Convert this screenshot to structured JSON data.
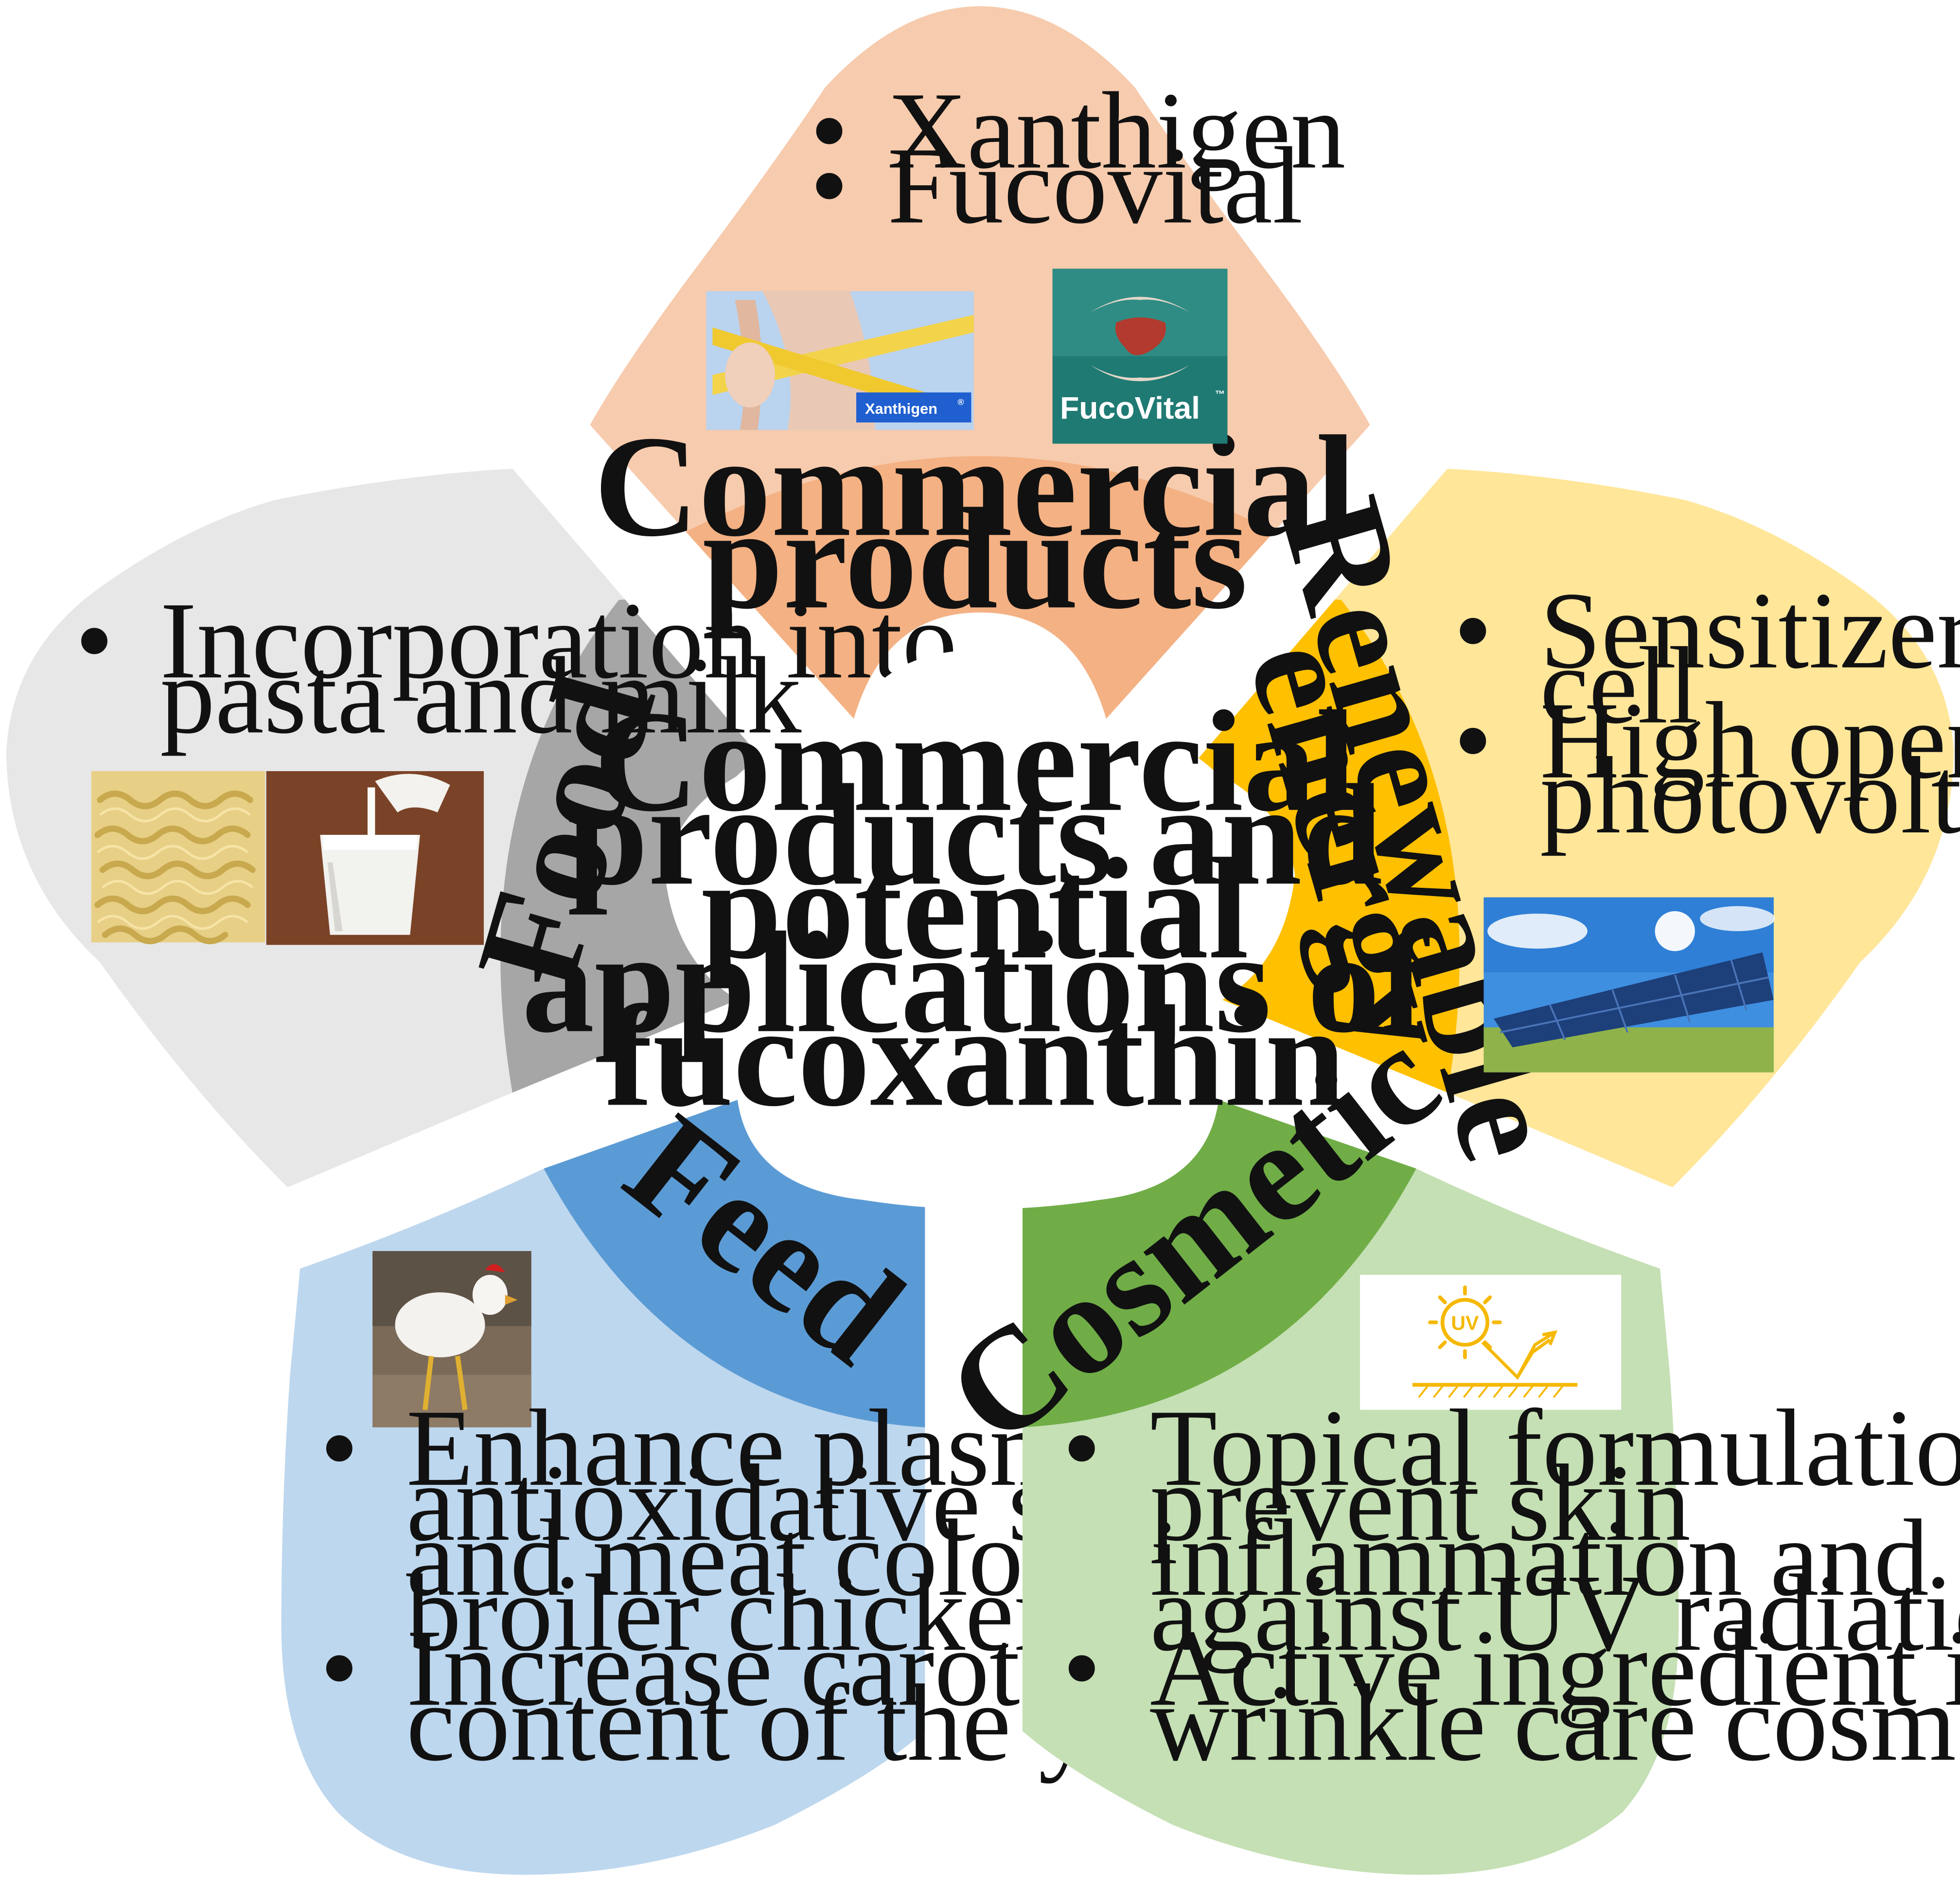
{
  "center": {
    "lines": [
      "Commercial",
      "products and",
      "potential",
      "applications of",
      "fucoxanthin"
    ]
  },
  "petals": {
    "commercial": {
      "label_lines": [
        "Commercial",
        "products"
      ],
      "bullets": [
        "Xanthigen",
        "Fucovital"
      ],
      "images": {
        "xanthigen_logo": "Xanthigen",
        "xanthigen_mark": "®",
        "fucovital_logo": "FucoVital",
        "fucovital_mark": "™"
      },
      "colors": {
        "petal": "#F7CBAD",
        "band": "#F4B183"
      }
    },
    "food": {
      "label": "Food",
      "bullet_lines": [
        "Incorporation into",
        "pasta and milk"
      ],
      "colors": {
        "petal": "#E7E7E7",
        "band": "#A6A6A6"
      }
    },
    "renewable": {
      "label_lines": [
        "Renewable",
        "energy"
      ],
      "bullets": [
        {
          "lines": [
            "Sensitizer in solar",
            "cell"
          ]
        },
        {
          "lines": [
            "High open-circuit",
            "photovoltage"
          ]
        }
      ],
      "colors": {
        "petal": "#FFE699",
        "band": "#FFC000"
      }
    },
    "feed": {
      "label": "Feed",
      "bullets": [
        {
          "lines": [
            "Enhance plasma",
            "antioxidative status",
            "and meat colour of",
            "broiler chicken"
          ]
        },
        {
          "lines": [
            "Increase carotenoid",
            "content of the yolks"
          ]
        }
      ],
      "colors": {
        "petal": "#BDD7EE",
        "band": "#5B9BD5"
      }
    },
    "cosmetic": {
      "label": "Cosmetic",
      "bullets": [
        {
          "lines": [
            "Topical formulation:",
            "prevent skin",
            "inflammation and",
            "against UV radiation"
          ]
        },
        {
          "lines": [
            "Active ingredient in",
            "wrinkle care cosmetic"
          ]
        }
      ],
      "images": {
        "uv_badge": "UV"
      },
      "colors": {
        "petal": "#C5E0B4",
        "band": "#70AD47"
      }
    }
  }
}
